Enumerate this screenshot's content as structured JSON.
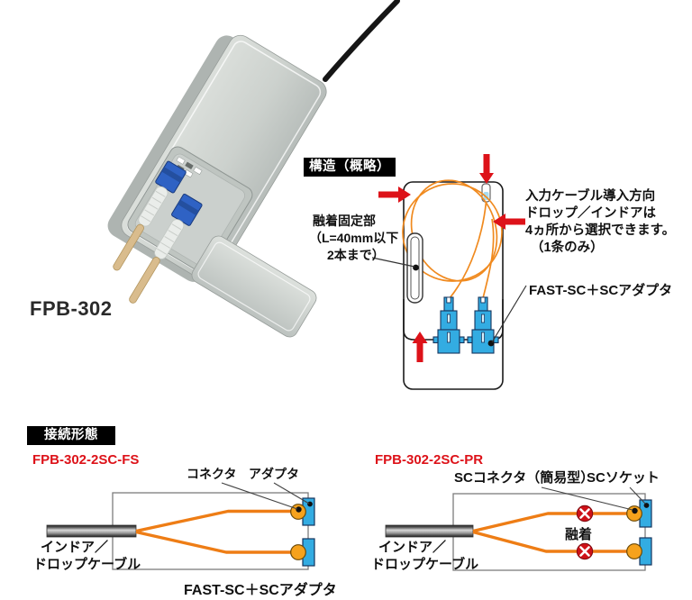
{
  "photo": {
    "model_label": "FPB-302"
  },
  "structure": {
    "heading": "構造（概略）",
    "fusion_note": {
      "line1": "融着固定部",
      "line2": "（L=40mm以下",
      "line3": "2本まで）"
    },
    "input_note": {
      "line1": "入力ケーブル導入方向",
      "line2": "ドロップ／インドアは",
      "line3": "4ヵ所から選択できます。",
      "line4": "（1条のみ）"
    },
    "adapter_label": "FAST-SC＋SCアダプタ"
  },
  "connection": {
    "heading": "接続形態",
    "fs": {
      "model": "FPB-302-2SC-FS",
      "connector_label": "コネクタ",
      "adapter_label": "アダプタ",
      "cable_line1": "インドア／",
      "cable_line2": "ドロップケーブル",
      "bottom_label": "FAST-SC＋SCアダプタ"
    },
    "pr": {
      "model": "FPB-302-2SC-PR",
      "connector_label": "SCコネクタ（簡易型）",
      "socket_label": "SCソケット",
      "fusion_label": "融着",
      "cable_line1": "インドア／",
      "cable_line2": "ドロップケーブル"
    }
  },
  "colors": {
    "accent_red": "#dd1219",
    "fiber_orange": "#ee7d15",
    "connector_cyan": "#33ace2",
    "photo_connector_blue": "#2f62c4"
  }
}
